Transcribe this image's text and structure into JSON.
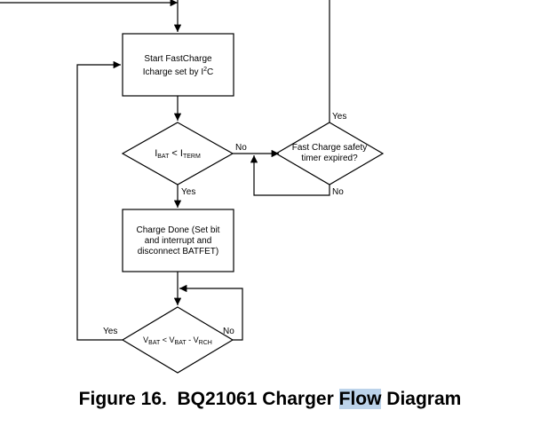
{
  "nodes": {
    "start_fastcharge": {
      "line1": "Start FastCharge",
      "line2_pre": "Icharge set by I",
      "line2_sup": "2",
      "line2_post": "C"
    },
    "ibat_lt_iterm": {
      "i1": "I",
      "sub1": "BAT",
      "op": " < ",
      "i2": "I",
      "sub2": "TERM"
    },
    "safety_timer": {
      "line1": "Fast Charge safety",
      "line2": "timer expired?"
    },
    "charge_done": {
      "line1": "Charge Done (Set bit",
      "line2": "and interrupt and",
      "line3": "disconnect BATFET)"
    },
    "vbat_check": {
      "v1": "V",
      "sub1": "BAT",
      "op": " < ",
      "v2": "V",
      "sub2": "BAT",
      "minus": " - ",
      "v3": "V",
      "sub3": "RCH"
    }
  },
  "edges": {
    "safety_yes": "Yes",
    "iterm_no": "No",
    "safety_no": "No",
    "iterm_yes": "Yes",
    "vbat_yes": "Yes",
    "vbat_no": "No"
  },
  "caption": {
    "prefix": "Figure 16.  BQ21061 Charger ",
    "highlight": "Flow",
    "suffix": " Diagram"
  }
}
